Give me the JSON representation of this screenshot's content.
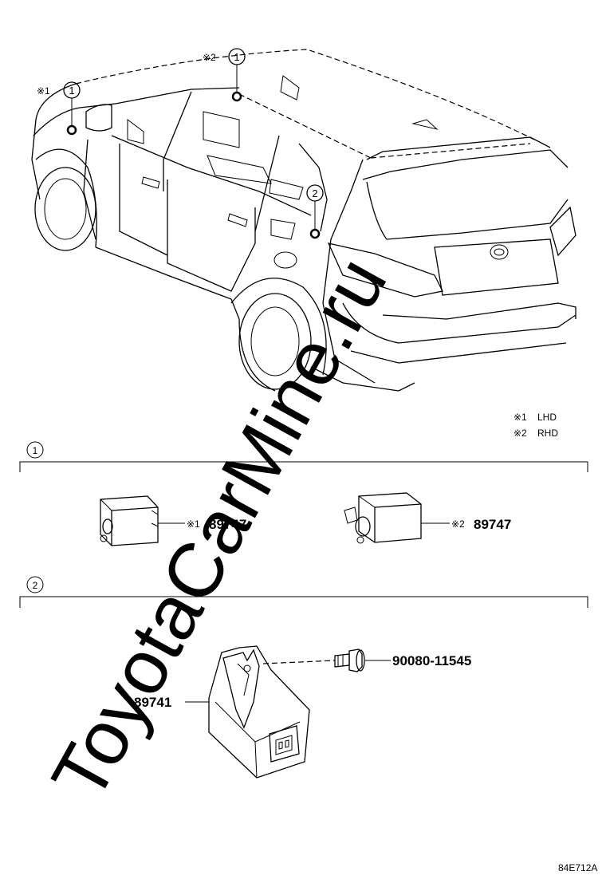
{
  "watermark": "ToyotaCarMine.ru",
  "vehicle_callouts": [
    {
      "number": "1",
      "mark": "※1"
    },
    {
      "number": "1",
      "mark": "※2"
    },
    {
      "number": "2",
      "mark": ""
    }
  ],
  "legend": [
    {
      "mark": "※1",
      "text": "LHD"
    },
    {
      "mark": "※2",
      "text": "RHD"
    }
  ],
  "sections": [
    {
      "number": "1",
      "parts": [
        {
          "mark": "※1",
          "number": "89747"
        },
        {
          "mark": "※2",
          "number": "89747"
        }
      ]
    },
    {
      "number": "2",
      "parts": [
        {
          "mark": "",
          "number": "89741"
        },
        {
          "mark": "",
          "number": "90080-11545"
        }
      ]
    }
  ],
  "diagram_code": "84E712A"
}
